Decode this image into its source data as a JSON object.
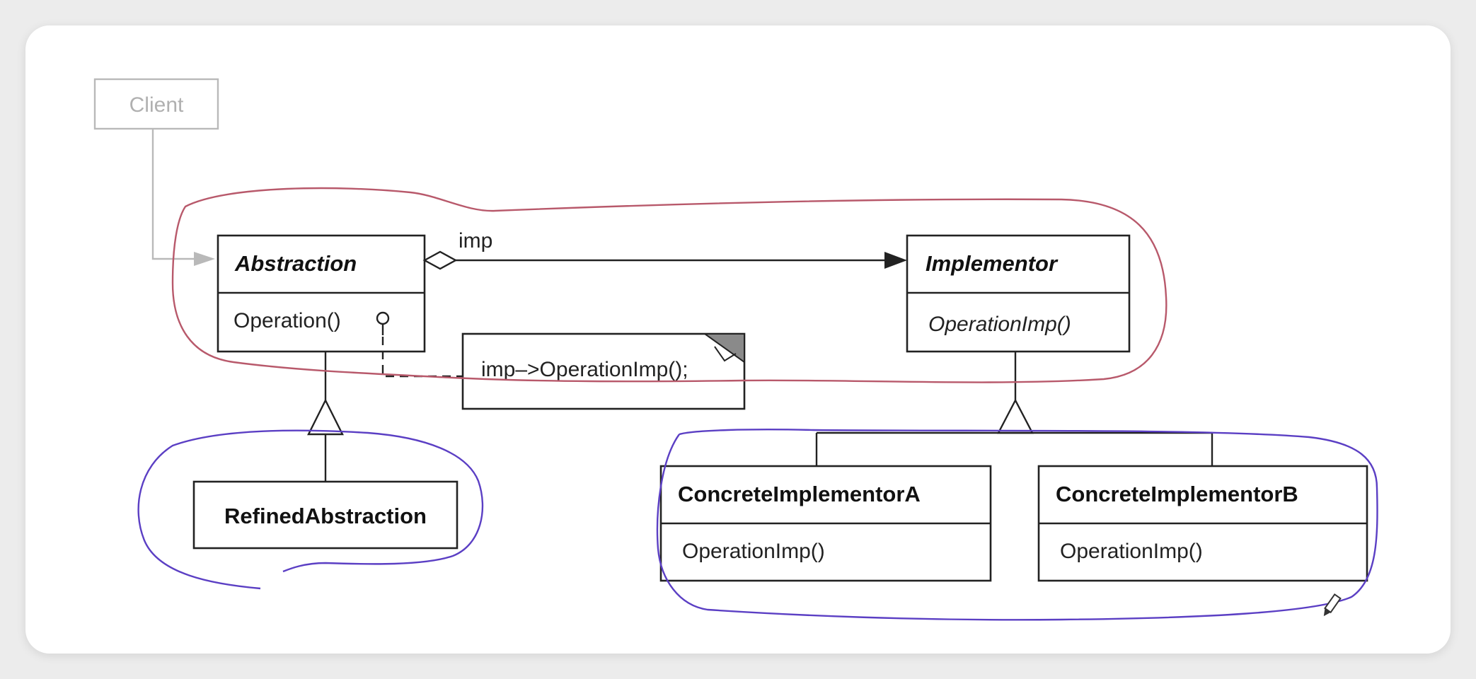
{
  "diagram": {
    "client": {
      "label": "Client"
    },
    "abstraction": {
      "name": "Abstraction",
      "operation": "Operation()"
    },
    "association": {
      "label": "imp"
    },
    "note": {
      "text": "imp–>OperationImp();"
    },
    "implementor": {
      "name": "Implementor",
      "operation": "OperationImp()"
    },
    "refined_abstraction": {
      "name": "RefinedAbstraction"
    },
    "concrete_a": {
      "name": "ConcreteImplementorA",
      "operation": "OperationImp()"
    },
    "concrete_b": {
      "name": "ConcreteImplementorB",
      "operation": "OperationImp()"
    }
  },
  "annotation_colors": {
    "red": "#b8596b",
    "blue": "#5b3fc4"
  },
  "icons": {
    "cursor": "pen-cursor-icon"
  }
}
